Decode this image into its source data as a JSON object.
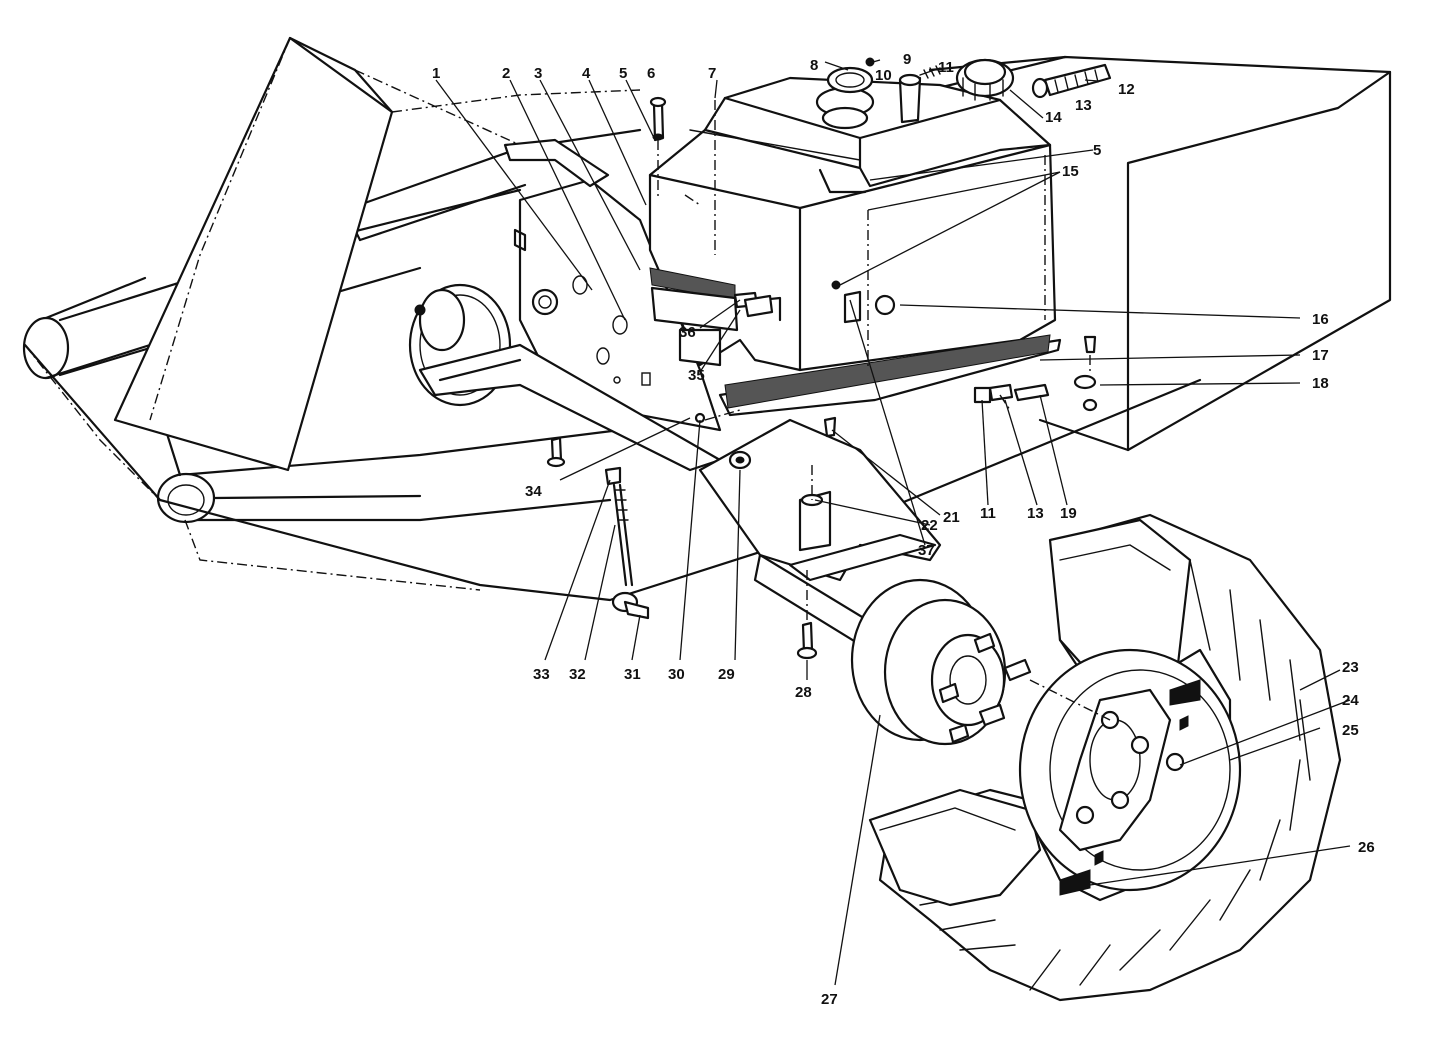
{
  "colors": {
    "ink": "#111111",
    "paper": "#ffffff"
  },
  "callouts": [
    {
      "id": "c1",
      "text": "1"
    },
    {
      "id": "c2",
      "text": "2"
    },
    {
      "id": "c3",
      "text": "3"
    },
    {
      "id": "c4",
      "text": "4"
    },
    {
      "id": "c5a",
      "text": "5"
    },
    {
      "id": "c6",
      "text": "6"
    },
    {
      "id": "c7",
      "text": "7"
    },
    {
      "id": "c8",
      "text": "8"
    },
    {
      "id": "c9",
      "text": "9"
    },
    {
      "id": "c10",
      "text": "10"
    },
    {
      "id": "c11a",
      "text": "11"
    },
    {
      "id": "c12",
      "text": "12"
    },
    {
      "id": "c13a",
      "text": "13"
    },
    {
      "id": "c14",
      "text": "14"
    },
    {
      "id": "c5b",
      "text": "5"
    },
    {
      "id": "c15",
      "text": "15"
    },
    {
      "id": "c16",
      "text": "16"
    },
    {
      "id": "c17",
      "text": "17"
    },
    {
      "id": "c18",
      "text": "18"
    },
    {
      "id": "c19",
      "text": "19"
    },
    {
      "id": "c13b",
      "text": "13"
    },
    {
      "id": "c11b",
      "text": "11"
    },
    {
      "id": "c37",
      "text": "37"
    },
    {
      "id": "c21",
      "text": "21"
    },
    {
      "id": "c22",
      "text": "22"
    },
    {
      "id": "c23",
      "text": "23"
    },
    {
      "id": "c24",
      "text": "24"
    },
    {
      "id": "c25",
      "text": "25"
    },
    {
      "id": "c26",
      "text": "26"
    },
    {
      "id": "c27",
      "text": "27"
    },
    {
      "id": "c28",
      "text": "28"
    },
    {
      "id": "c29",
      "text": "29"
    },
    {
      "id": "c30",
      "text": "30"
    },
    {
      "id": "c31",
      "text": "31"
    },
    {
      "id": "c32",
      "text": "32"
    },
    {
      "id": "c33",
      "text": "33"
    },
    {
      "id": "c34",
      "text": "34"
    },
    {
      "id": "c35",
      "text": "35"
    },
    {
      "id": "c36",
      "text": "36"
    }
  ]
}
